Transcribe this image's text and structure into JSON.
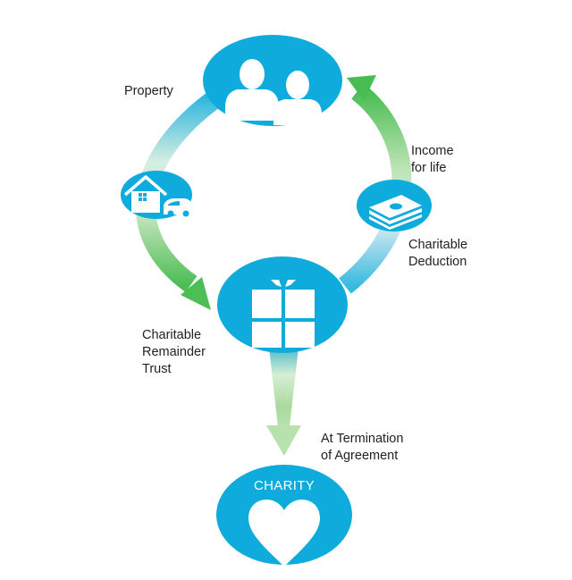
{
  "colors": {
    "node": "#0EABDC",
    "arrow_green": "#4DBE55",
    "arrow_light": "#D9EFD6",
    "arrow_blue": "#33B8E0",
    "icon": "#ffffff",
    "text": "#222222"
  },
  "nodes": {
    "donors": {
      "icon": "people-icon"
    },
    "property": {
      "icon": "house-car-icon"
    },
    "deduction": {
      "icon": "money-stack-icon"
    },
    "trust": {
      "icon": "gift-icon"
    },
    "charity": {
      "label": "CHARITY",
      "icon": "heart-icon"
    }
  },
  "labels": {
    "property": "Property",
    "income": [
      "Income",
      "for life"
    ],
    "deduction": [
      "Charitable",
      "Deduction"
    ],
    "trust": [
      "Charitable",
      "Remainder",
      "Trust"
    ],
    "termination": [
      "At Termination",
      "of Agreement"
    ]
  }
}
